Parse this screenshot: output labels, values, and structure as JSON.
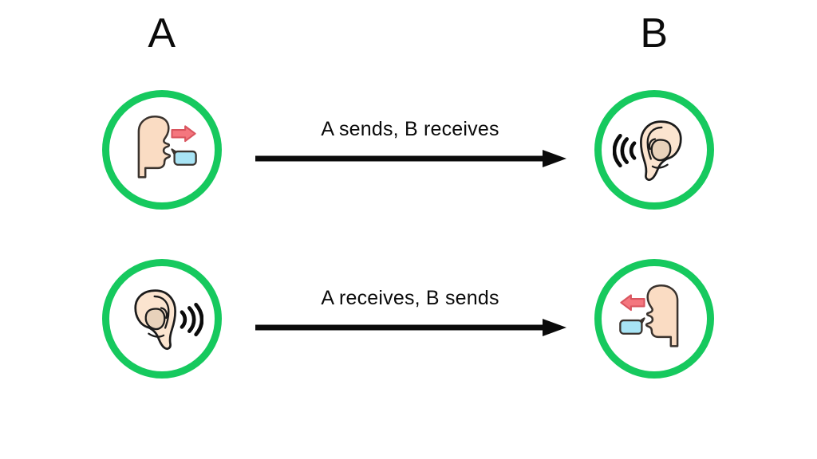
{
  "diagram": {
    "title_a": "A",
    "title_b": "B",
    "background_color": "#ffffff",
    "accent_color": "#16c95e",
    "line_color": "#0b0b0b",
    "skin_color": "#fadcc3",
    "bubble_color": "#a8e4f5",
    "arrow_icon_color": "#f4767e"
  },
  "columns": [
    {
      "label": "A",
      "name": "participant-a"
    },
    {
      "label": "B",
      "name": "participant-b"
    }
  ],
  "rows": [
    {
      "id": "row-1",
      "arrow_label": "A sends, B receives",
      "arrow_direction": "right",
      "left_icon": "speaking-head-icon",
      "right_icon": "ear-listening-icon"
    },
    {
      "id": "row-2",
      "arrow_label": "A receives, B sends",
      "arrow_direction": "right",
      "left_icon": "ear-listening-icon",
      "right_icon": "speaking-head-icon"
    }
  ],
  "nodes": {
    "a_speak": "speaking-head-icon",
    "b_listen": "ear-listening-icon",
    "a_listen": "ear-listening-icon",
    "b_speak": "speaking-head-icon"
  }
}
